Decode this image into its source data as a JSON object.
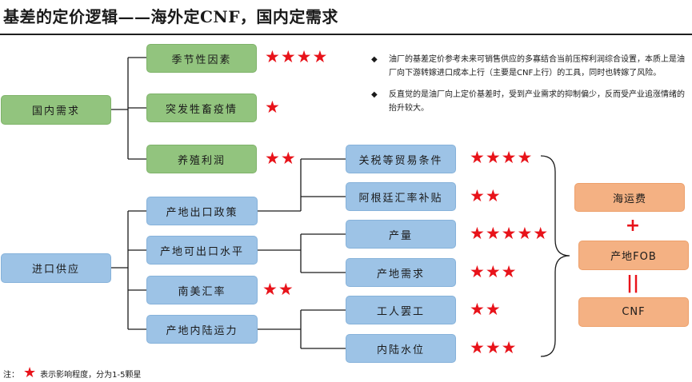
{
  "title": "基差的定价逻辑——海外定CNF，国内定需求",
  "domestic_demand": {
    "root": "国内需求",
    "factors": [
      {
        "label": "季节性因素",
        "stars": "★★★★"
      },
      {
        "label": "突发牲畜疫情",
        "stars": "★"
      },
      {
        "label": "养殖利润",
        "stars": "★★"
      }
    ]
  },
  "import_supply": {
    "root": "进口供应",
    "factors": [
      {
        "label": "产地出口政策",
        "stars": ""
      },
      {
        "label": "产地可出口水平",
        "stars": ""
      },
      {
        "label": "南美汇率",
        "stars": "★★"
      },
      {
        "label": "产地内陆运力",
        "stars": ""
      }
    ],
    "sub_factors": [
      {
        "label": "关税等贸易条件",
        "stars": "★★★★"
      },
      {
        "label": "阿根廷汇率补贴",
        "stars": "★★"
      },
      {
        "label": "产量",
        "stars": "★★★★★"
      },
      {
        "label": "产地需求",
        "stars": "★★★"
      },
      {
        "label": "工人罢工",
        "stars": "★★"
      },
      {
        "label": "内陆水位",
        "stars": "★★★"
      }
    ]
  },
  "cnf_formula": {
    "freight": "海运费",
    "plus": "+",
    "fob": "产地FOB",
    "equals": "||",
    "cnf": "CNF"
  },
  "notes": {
    "bullet": "◆",
    "items": [
      "油厂的基差定价参考未来可销售供应的多寡结合当前压榨利润综合设置，本质上是油厂向下游转嫁进口成本上行（主要是CNF上行）的工具，同时也转嫁了风险。",
      "反直觉的是油厂向上定价基差时，受到产业需求的抑制偏少，反而受产业追涨情绪的抬升较大。"
    ]
  },
  "footnote": {
    "prefix": "注：",
    "star": "★",
    "text": "表示影响程度，分为1-5颗星"
  },
  "colors": {
    "green": "#92c47e",
    "blue": "#9dc3e6",
    "orange": "#f4b183",
    "star_red": "#e8131a"
  }
}
